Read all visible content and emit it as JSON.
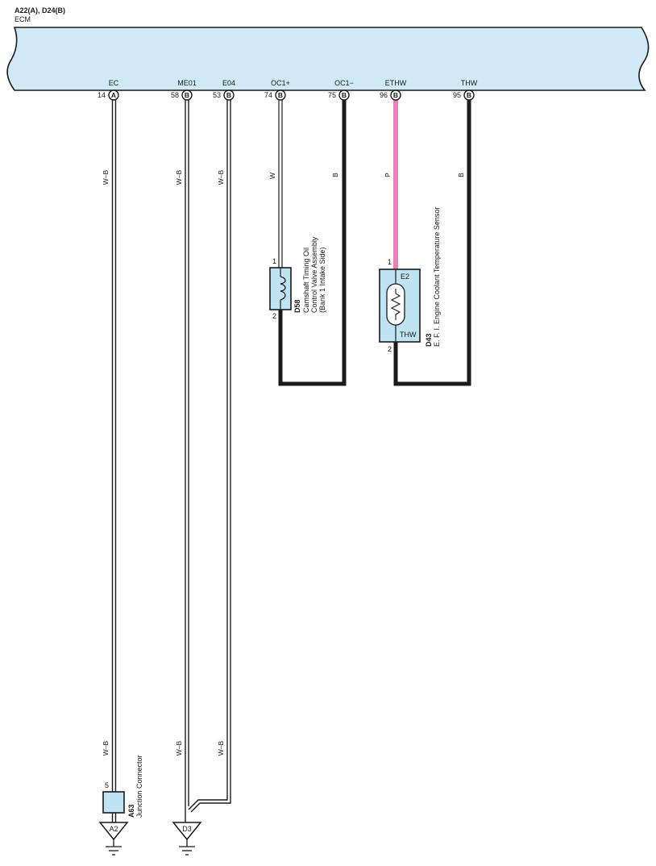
{
  "header": {
    "code": "A22(A), D24(B)",
    "name": "ECM"
  },
  "pins": [
    {
      "label": "EC",
      "number": "14",
      "connector": "A"
    },
    {
      "label": "ME01",
      "number": "58",
      "connector": "B"
    },
    {
      "label": "E04",
      "number": "53",
      "connector": "B"
    },
    {
      "label": "OC1+",
      "number": "74",
      "connector": "B"
    },
    {
      "label": "OC1−",
      "number": "75",
      "connector": "B"
    },
    {
      "label": "ETHW",
      "number": "96",
      "connector": "B"
    },
    {
      "label": "THW",
      "number": "95",
      "connector": "B"
    }
  ],
  "wires": {
    "ec_upper": "W–B",
    "ec_lower": "W–B",
    "me01_upper": "W–B",
    "me01_lower": "W–B",
    "e04_upper": "W–B",
    "e04_lower": "W–B",
    "oc1p": "W",
    "oc1m": "B",
    "ethw": "P",
    "thw": "B"
  },
  "colors": {
    "ecm_fill": "#cfe9f6",
    "component_fill": "#bfe3f3",
    "wire_black": "#1a1a1a",
    "wire_pink": "#e97fb4"
  },
  "components": {
    "d58": {
      "code": "D58",
      "name_lines": [
        "Camshaft Timing Oil",
        "Control Valve Assembly",
        "(Bank 1 Intake Side)"
      ],
      "pin1": "1",
      "pin2": "2"
    },
    "d43": {
      "code": "D43",
      "name": "E. F. I.  Engine Coolant Temperature Sensor",
      "pin_top": "E2",
      "pin_bottom": "THW",
      "pin1": "1",
      "pin2": "2"
    },
    "a63": {
      "code": "A63",
      "name": "Junction Connector",
      "pin": "5"
    }
  },
  "grounds": {
    "a2": "A2",
    "d3": "D3"
  }
}
